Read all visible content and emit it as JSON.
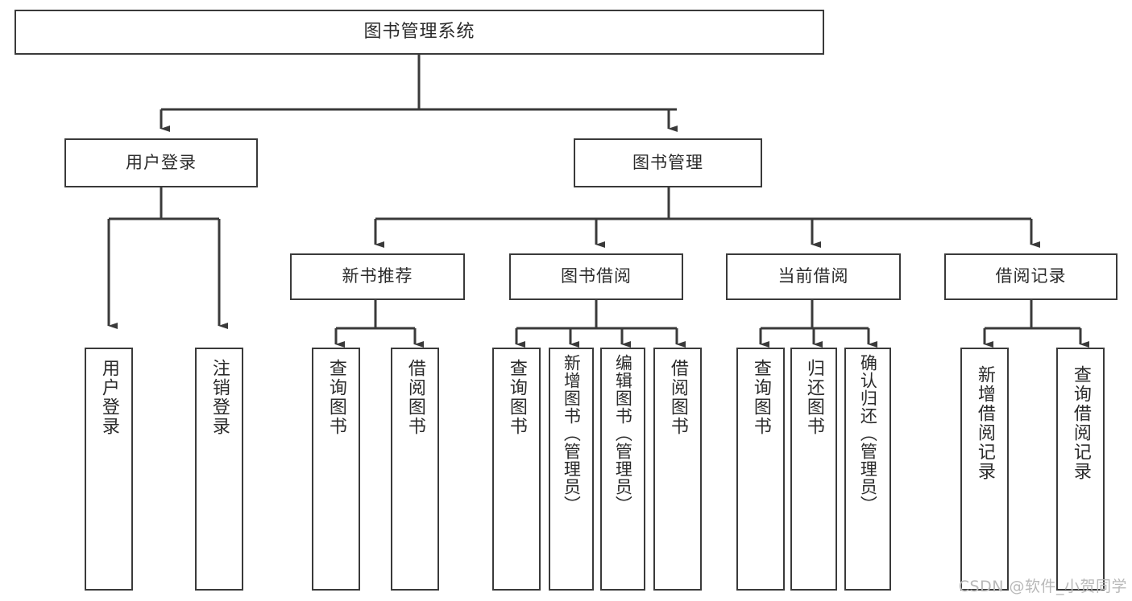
{
  "diagram": {
    "title": "图书管理系统",
    "watermark": "CSDN @软件_小贺同学",
    "accent_color": "#3a3a3a",
    "background_color": "#ffffff",
    "text_color": "#2b2b2b",
    "watermark_color": "#b9b9b9"
  },
  "nodes": {
    "root": {
      "label": "图书管理系统",
      "level": 0
    },
    "level1": [
      {
        "label": "用户登录"
      },
      {
        "label": "图书管理"
      }
    ],
    "level2": [
      {
        "label": "新书推荐"
      },
      {
        "label": "图书借阅"
      },
      {
        "label": "当前借阅"
      },
      {
        "label": "借阅记录"
      }
    ],
    "leaves": {
      "user_login": [
        {
          "label": "用户登录"
        },
        {
          "label": "注销登录"
        }
      ],
      "new_book_recommend": [
        {
          "label": "查询图书"
        },
        {
          "label": "借阅图书"
        }
      ],
      "book_borrow": [
        {
          "label": "查询图书"
        },
        {
          "label": "新增图书（管理员）"
        },
        {
          "label": "编辑图书（管理员）"
        },
        {
          "label": "借阅图书"
        }
      ],
      "current_borrow": [
        {
          "label": "查询图书"
        },
        {
          "label": "归还图书"
        },
        {
          "label": "确认归还（管理员）"
        }
      ],
      "borrow_record": [
        {
          "label": "新增借阅记录"
        },
        {
          "label": "查询借阅记录"
        }
      ]
    }
  }
}
